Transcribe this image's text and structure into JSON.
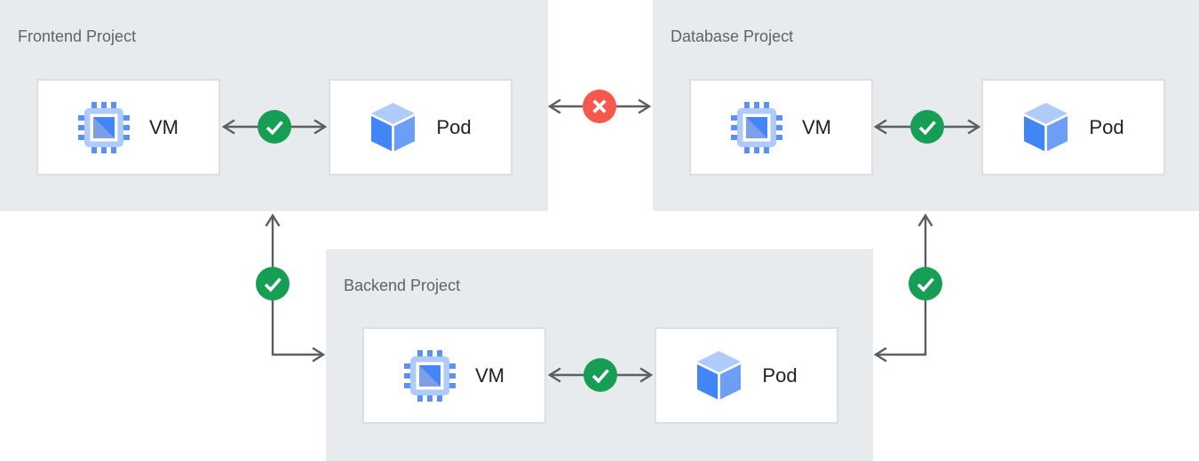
{
  "colors": {
    "canvas_bg": "#ffffff",
    "panel_bg": "#e8ebee",
    "node_bg": "#ffffff",
    "node_border": "#dcdee1",
    "title_text": "#5f6368",
    "label_text": "#202124",
    "line": "#5a5d61",
    "allowed": "#169e54",
    "blocked": "#f5584c",
    "icon_blue": "#4285f4",
    "icon_blue_light": "#aecbfa",
    "icon_blue_medium": "#6d9ef6",
    "icon_blue_muted": "#7e9fe8",
    "icon_pin": "#5b91f5"
  },
  "panels": [
    {
      "title": "Frontend Project",
      "nodes": [
        {
          "label": "VM",
          "icon": "vm-chip-icon"
        },
        {
          "label": "Pod",
          "icon": "pod-cube-icon"
        }
      ],
      "internal_connection": {
        "between": [
          "VM",
          "Pod"
        ],
        "status": "allowed",
        "badge": "check"
      }
    },
    {
      "title": "Database Project",
      "nodes": [
        {
          "label": "VM",
          "icon": "vm-chip-icon"
        },
        {
          "label": "Pod",
          "icon": "pod-cube-icon"
        }
      ],
      "internal_connection": {
        "between": [
          "VM",
          "Pod"
        ],
        "status": "allowed",
        "badge": "check"
      }
    },
    {
      "title": "Backend Project",
      "nodes": [
        {
          "label": "VM",
          "icon": "vm-chip-icon"
        },
        {
          "label": "Pod",
          "icon": "pod-cube-icon"
        }
      ],
      "internal_connection": {
        "between": [
          "VM",
          "Pod"
        ],
        "status": "allowed",
        "badge": "check"
      }
    }
  ],
  "cross_project_connections": [
    {
      "from": "Frontend Project",
      "to": "Database Project",
      "status": "blocked",
      "badge": "x",
      "direction": "bidirectional"
    },
    {
      "from": "Frontend Project",
      "to": "Backend Project",
      "status": "allowed",
      "badge": "check",
      "direction": "bidirectional"
    },
    {
      "from": "Database Project",
      "to": "Backend Project",
      "status": "allowed",
      "badge": "check",
      "direction": "bidirectional"
    }
  ]
}
